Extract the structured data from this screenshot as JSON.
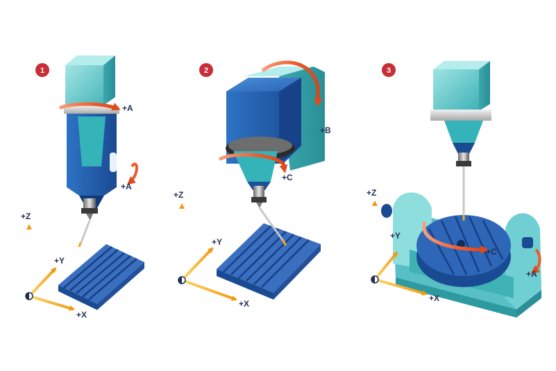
{
  "colors": {
    "badge": "#c62f36",
    "head_teal": "#5ec4c4",
    "body_blue": "#1f58a8",
    "table_blue": "#2b5fb0",
    "rotation_arrow": "#ef5a2a",
    "axis_arrow": "#f3a81e",
    "label": "#1f2f52"
  },
  "icons": [
    "rotation-arrow-icon",
    "axis-arrow-icon",
    "number-badge-icon"
  ],
  "configs": [
    {
      "badge": "1",
      "rot_labels": [
        "+A",
        "+A"
      ],
      "axes": [
        "+Z",
        "+Y",
        "+X"
      ]
    },
    {
      "badge": "2",
      "rot_labels": [
        "+B",
        "+C"
      ],
      "axes": [
        "+Z",
        "+Y",
        "+X"
      ]
    },
    {
      "badge": "3",
      "rot_labels": [
        "+C",
        "+A"
      ],
      "axes": [
        "+Z",
        "+Y",
        "+X"
      ]
    }
  ]
}
